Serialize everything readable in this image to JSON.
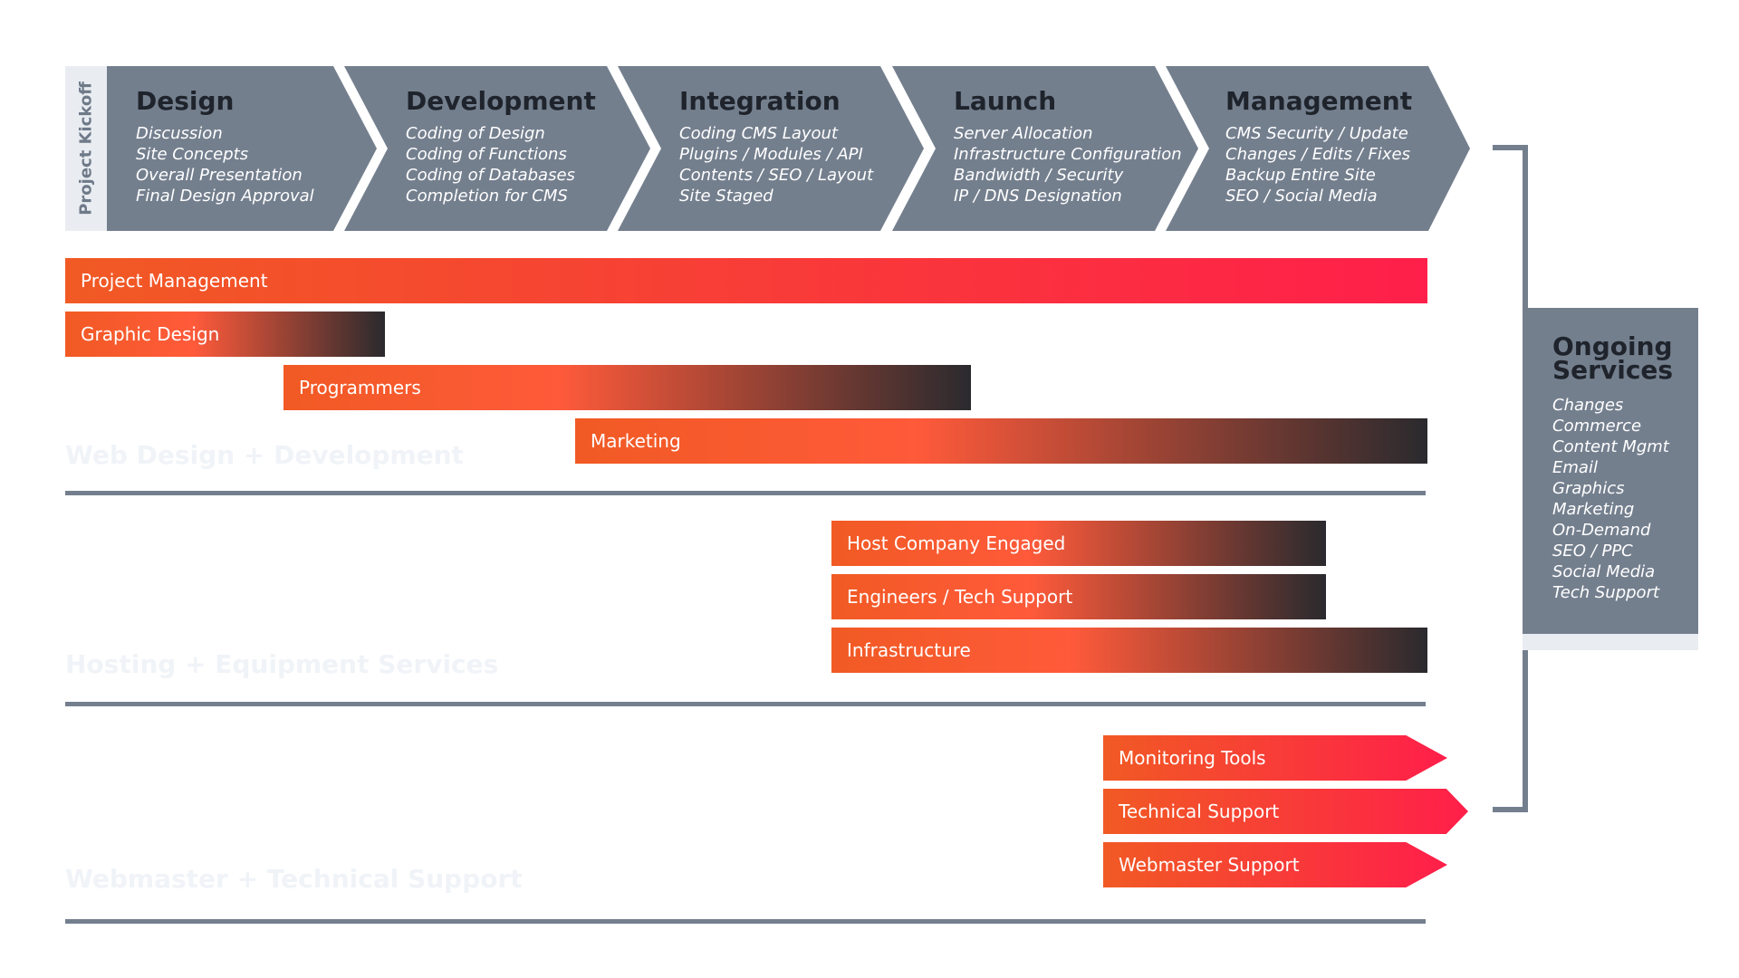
{
  "kickoff_label": "Project Kickoff",
  "phases": [
    {
      "title": "Design",
      "items": [
        "Discussion",
        "Site Concepts",
        "Overall Presentation",
        "Final Design Approval"
      ]
    },
    {
      "title": "Development",
      "items": [
        "Coding of Design",
        "Coding of Functions",
        "Coding of Databases",
        "Completion for CMS"
      ]
    },
    {
      "title": "Integration",
      "items": [
        "Coding CMS Layout",
        "Plugins / Modules / API",
        "Contents / SEO / Layout",
        "Site Staged"
      ]
    },
    {
      "title": "Launch",
      "items": [
        "Server Allocation",
        "Infrastructure Configuration",
        "Bandwidth / Security",
        "IP / DNS Designation"
      ]
    },
    {
      "title": "Management",
      "items": [
        "CMS Security / Update",
        "Changes / Edits / Fixes",
        "Backup Entire Site",
        "SEO / Social Media"
      ]
    }
  ],
  "sections": [
    {
      "label": "Web Design + Development",
      "bars": [
        "Project Management",
        "Graphic Design",
        "Programmers",
        "Marketing"
      ]
    },
    {
      "label": "Hosting + Equipment Services",
      "bars": [
        "Host Company Engaged",
        "Engineers / Tech Support",
        "Infrastructure"
      ]
    },
    {
      "label": "Webmaster + Technical Support",
      "bars": [
        "Monitoring Tools",
        "Technical Support",
        "Webmaster Support"
      ]
    }
  ],
  "ongoing": {
    "title_line1": "Ongoing",
    "title_line2": "Services",
    "items": [
      "Changes",
      "Commerce",
      "Content Mgmt",
      "Email",
      "Graphics",
      "Marketing",
      "On-Demand",
      "SEO / PPC",
      "Social Media",
      "Tech Support"
    ]
  },
  "colors": {
    "slate": "#747f8e",
    "orange": "#f15a24",
    "red": "#ff1f4a",
    "dark": "#2a2a2e",
    "light": "#e9edf2"
  }
}
